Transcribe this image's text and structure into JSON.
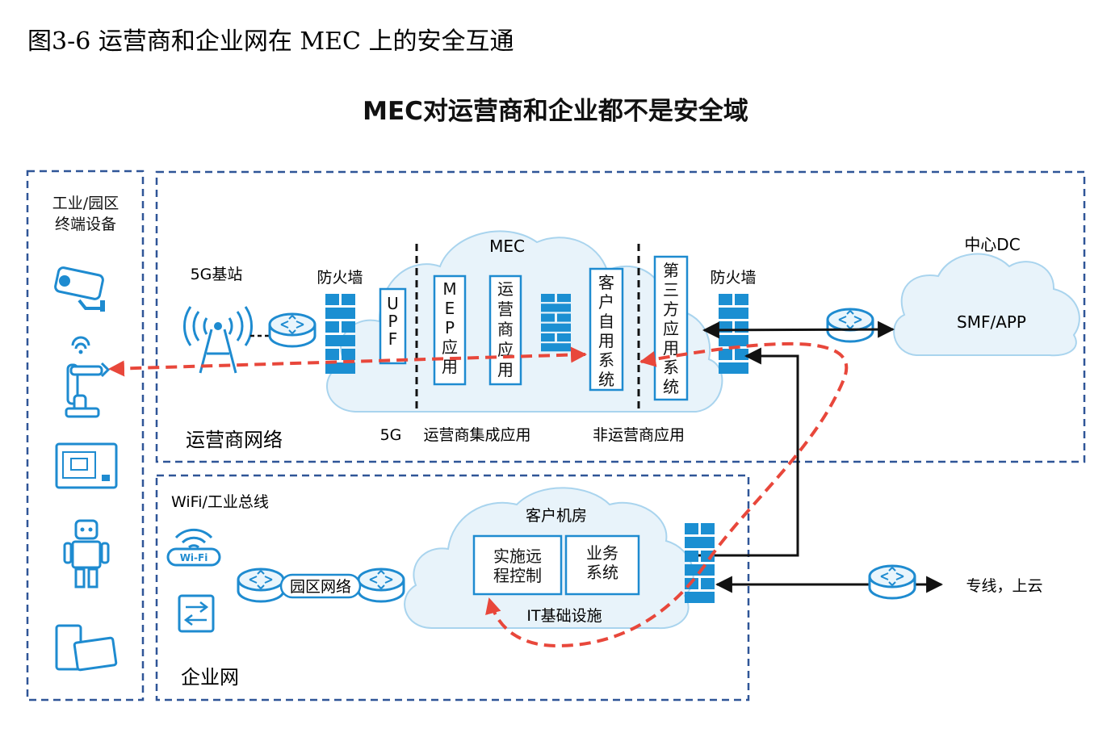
{
  "caption": "图3-6  运营商和企业网在 MEC 上的安全互通",
  "title": "MEC对运营商和企业都不是安全域",
  "zones": {
    "terminals": "工业/园区\n终端设备",
    "operator": "运营商网络",
    "enterprise": "企业网"
  },
  "labels": {
    "base_station": "5G基站",
    "firewall_left": "防火墙",
    "firewall_right": "防火墙",
    "mec": "MEC",
    "upf": "UPF",
    "mep_app": "MEP应用",
    "operator_app": "运营商应用",
    "customer_app": "客户自用系统",
    "third_party": "第三方应用系统",
    "center_dc": "中心DC",
    "smf_app": "SMF/APP",
    "seg_5g": "5G",
    "seg_integrated": "运营商集成应用",
    "seg_non_operator": "非运营商应用",
    "wifi_bus": "WiFi/工业总线",
    "wifi_badge": "Wi-Fi",
    "campus_network": "园区网络",
    "customer_room": "客户机房",
    "remote_control": "实施远\n程控制",
    "business_system": "业务\n系统",
    "it_infra": "IT基础设施",
    "private_line": "专线，上云"
  },
  "colors": {
    "dash_border": "#2f5597",
    "cloud_fill": "#e8f3fa",
    "cloud_stroke": "#a9d4ee",
    "accent_blue": "#1e8bd0",
    "firewall_blue": "#1b8fd2",
    "red_path": "#e8473b",
    "arrow_black": "#111111"
  },
  "icons": [
    "camera-icon",
    "robot-arm-icon",
    "industrial-panel-icon",
    "humanoid-robot-icon",
    "tablet-icon",
    "antenna-icon",
    "router-icon",
    "firewall-icon",
    "wifi-icon",
    "switch-icon"
  ]
}
